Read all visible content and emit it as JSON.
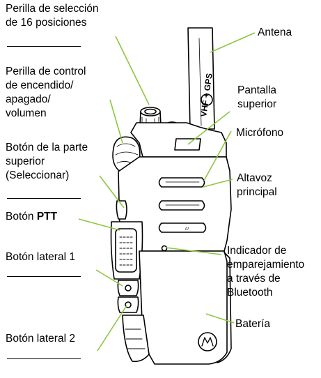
{
  "labels": {
    "selector_knob": [
      "Perilla de selección",
      "de 16 posiciones"
    ],
    "power_knob": [
      "Perilla de control",
      "de encendido/",
      "apagado/",
      "volumen"
    ],
    "top_button": [
      "Botón de la parte",
      "superior",
      "(Seleccionar)"
    ],
    "ptt_prefix": "Botón ",
    "ptt_bold": "PTT",
    "side1": "Botón lateral 1",
    "side2": "Botón lateral 2",
    "antenna": "Antena",
    "top_display": [
      "Pantalla",
      "superior"
    ],
    "microphone": "Micrófono",
    "speaker": [
      "Altavoz",
      "principal"
    ],
    "bluetooth": [
      "Indicador de",
      "emparejamiento",
      "a través de",
      "Bluetooth"
    ],
    "battery": "Batería"
  },
  "colors": {
    "leader": "#8dc63f",
    "outline": "#000000",
    "body_fill": "#ffffff"
  }
}
